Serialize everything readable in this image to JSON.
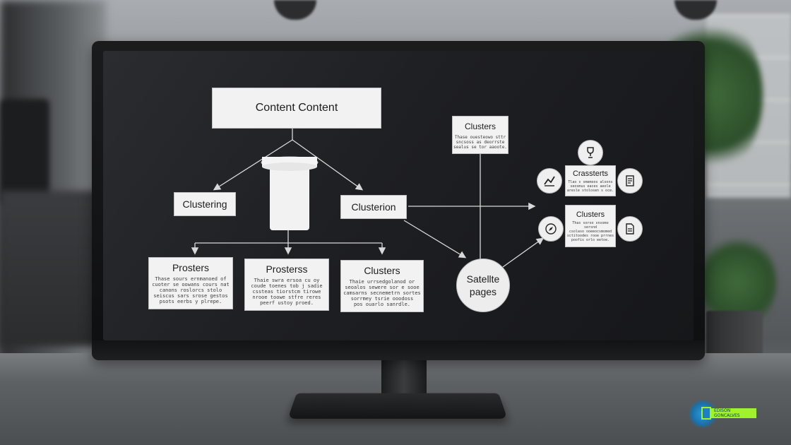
{
  "diagram": {
    "root": {
      "label": "Content Content"
    },
    "left_node": {
      "label": "Clustering"
    },
    "center_node": {
      "label": "Clusterion"
    },
    "bottom_cards": [
      {
        "title": "Prosters",
        "body": "Thase  sours  ernmanoed  of\ncuoter  se  oowans  cours  nat\ncanons  roslorcs  stolo\nseiscus  sars  srose  gestos\npsots  eerbs  y  plrepe."
      },
      {
        "title": "Prosterss",
        "body": "Thaie  swra  ersoa  cu  oy\ncoude  toenes  tob  j  sadie\ncssteas  tiorstcm  tirowe\nnrooe  toowe  stfre  reres\npeerf  ustoy  proed."
      },
      {
        "title": "Clusters",
        "body": "Thaie  urrsedgolanod  or\nseoalos  sewere  sor  e  sooe\ncamsarns  secnemetrn  sortes\nsorrmey  tsrie  ooodoss\npos  ouarlo  sanrdle."
      }
    ],
    "top_right_card": {
      "title": "Clusters",
      "body": "Thase  ouesteowo  sttr\nsncsoss  as  deorrste\nsealus  se  tor  aaoote."
    },
    "satellite": {
      "line1": "Satellte",
      "line2": "pages"
    },
    "right_card_1": {
      "title": "Crassterts",
      "body": "Tlao  s  smemoos  aloons\nseosmus  eaces  aeole\naresle  stolosen  s  oce."
    },
    "right_card_2": {
      "title": "Clusters",
      "body": "Thas  soroo  snsomo  sersnd\ncsolaso  ooeeocsmomed\nsctitoodes  rooe  prrnes\npoofis  orlo  eetoe."
    },
    "icons": [
      "trophy-icon",
      "chart-icon",
      "document-icon",
      "compass-icon",
      "file-icon"
    ]
  },
  "watermark": {
    "line1": "EDISON",
    "line2": "GONCALVES"
  },
  "colors": {
    "screen": "#1e1f23",
    "card": "#f2f2f2",
    "line": "#d8d8d8",
    "logo_accent": "#9ef32a"
  }
}
